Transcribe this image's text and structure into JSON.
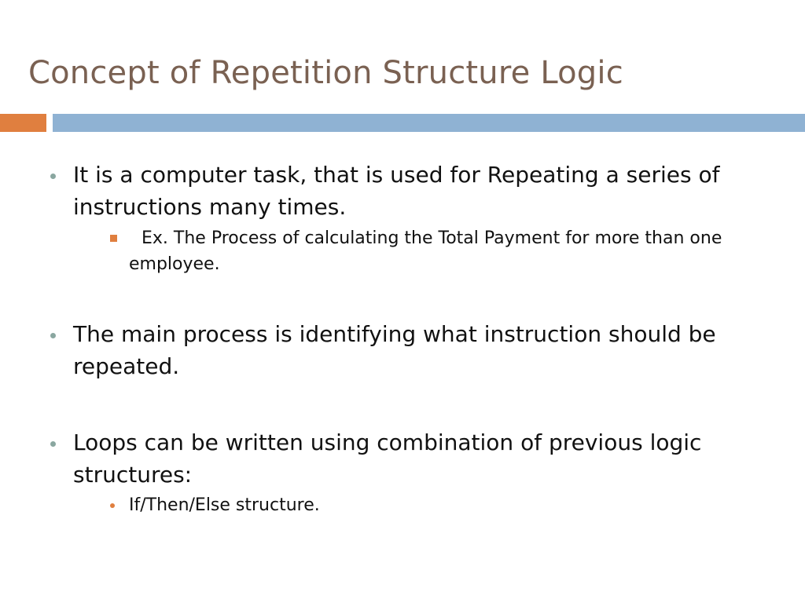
{
  "slide": {
    "title": "Concept of Repetition Structure Logic",
    "bullets": [
      {
        "text": "It is a computer task, that is used for Repeating a series of instructions many times.",
        "sub": "Ex. The Process of calculating the Total Payment for more than one employee."
      },
      {
        "text": "The main process is identifying what instruction should be repeated."
      },
      {
        "text": "Loops can be written using combination of previous logic structures:",
        "sub": "If/Then/Else structure."
      }
    ]
  },
  "colors": {
    "title": "#7a6152",
    "accent_orange": "#e07f3f",
    "accent_blue": "#8fb2d3",
    "bullet_marker": "#8aa7a0"
  }
}
